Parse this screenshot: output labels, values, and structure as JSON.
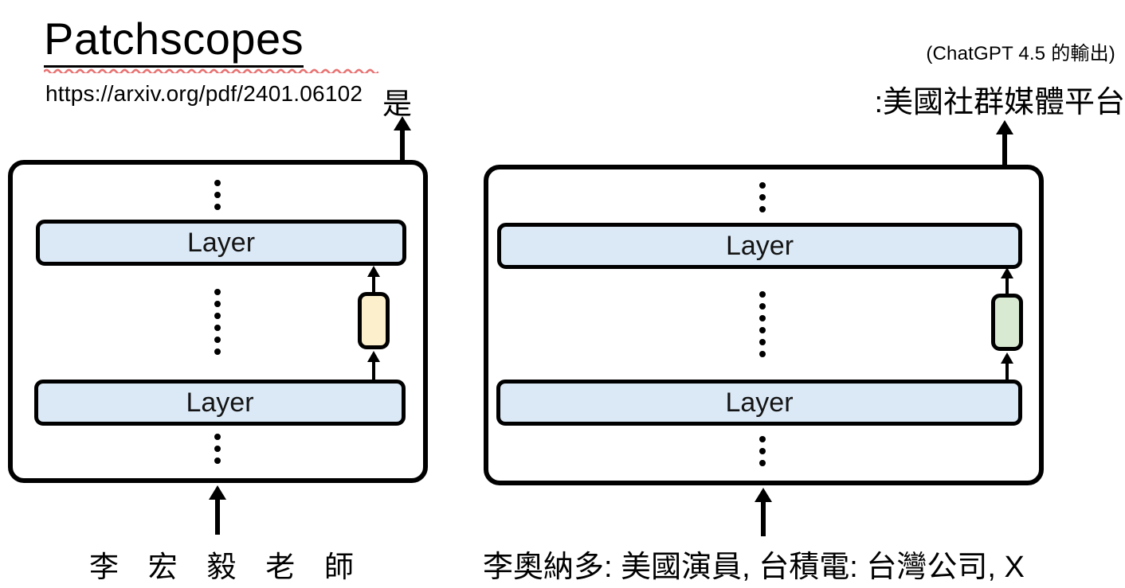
{
  "header": {
    "title": "Patchscopes",
    "url": "https://arxiv.org/pdf/2401.06102"
  },
  "annotation": {
    "model_output_note": "(ChatGPT 4.5 的輸出)"
  },
  "source_model": {
    "output_token": "是",
    "upper_layer_label": "Layer",
    "lower_layer_label": "Layer",
    "input_tokens": [
      "李",
      "宏",
      "毅",
      "老",
      "師"
    ]
  },
  "target_model": {
    "output_text": ":美國社群媒體平台",
    "upper_layer_label": "Layer",
    "lower_layer_label": "Layer",
    "input_text": "李奧納多: 美國演員, 台積電: 台灣公司, X"
  },
  "colors": {
    "layer-fill": "#dbe9f6",
    "source-patch-fill": "#fcf0cc",
    "target-patch-fill": "#d9ead3",
    "stroke": "#000000",
    "spellcheck-red": "#e87272"
  }
}
